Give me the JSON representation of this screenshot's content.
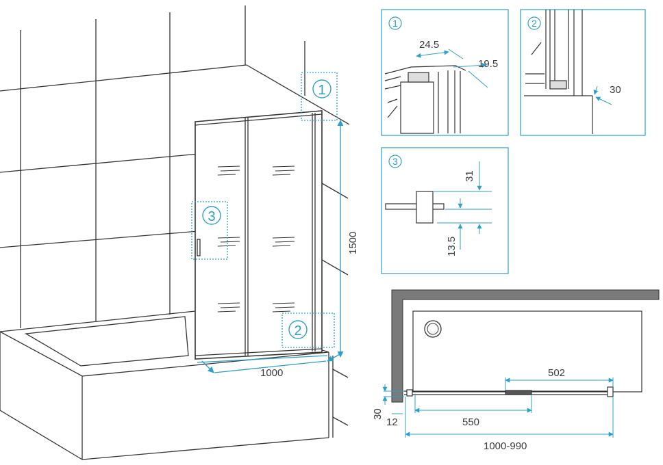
{
  "colors": {
    "accent": "#2a9fc9",
    "line": "#333333",
    "wall_gray": "#7a7a7a"
  },
  "main_view": {
    "callouts": [
      "1",
      "2",
      "3"
    ],
    "width_label": "1000",
    "height_label": "1500"
  },
  "detail_1": {
    "number": "1",
    "dim_a": "24.5",
    "dim_b": "19.5"
  },
  "detail_2": {
    "number": "2",
    "dim_a": "30"
  },
  "detail_3": {
    "number": "3",
    "dim_a": "31",
    "dim_b": "13.5"
  },
  "plan_view": {
    "dim_slide": "502",
    "dim_panel": "550",
    "dim_total": "1000-990",
    "dim_depth": "30",
    "dim_offset": "12"
  }
}
